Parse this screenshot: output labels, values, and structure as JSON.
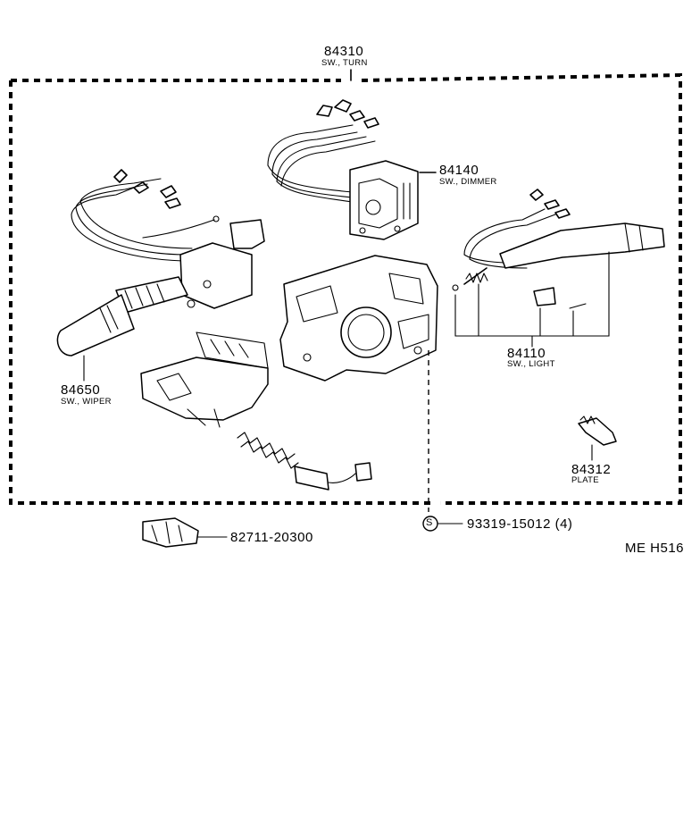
{
  "assembly": {
    "part_no": "84310",
    "name": "SW., TURN"
  },
  "parts": {
    "dimmer": {
      "part_no": "84140",
      "name": "SW., DIMMER"
    },
    "light": {
      "part_no": "84110",
      "name": "SW., LIGHT"
    },
    "wiper": {
      "part_no": "84650",
      "name": "SW., WIPER"
    },
    "plate": {
      "part_no": "84312",
      "name": "PLATE"
    }
  },
  "fasteners": {
    "screw": {
      "symbol": "S",
      "part_no": "93319-15012 (4)"
    },
    "clip": {
      "part_no": "82711-20300"
    }
  },
  "diagram_code": "ME H516"
}
